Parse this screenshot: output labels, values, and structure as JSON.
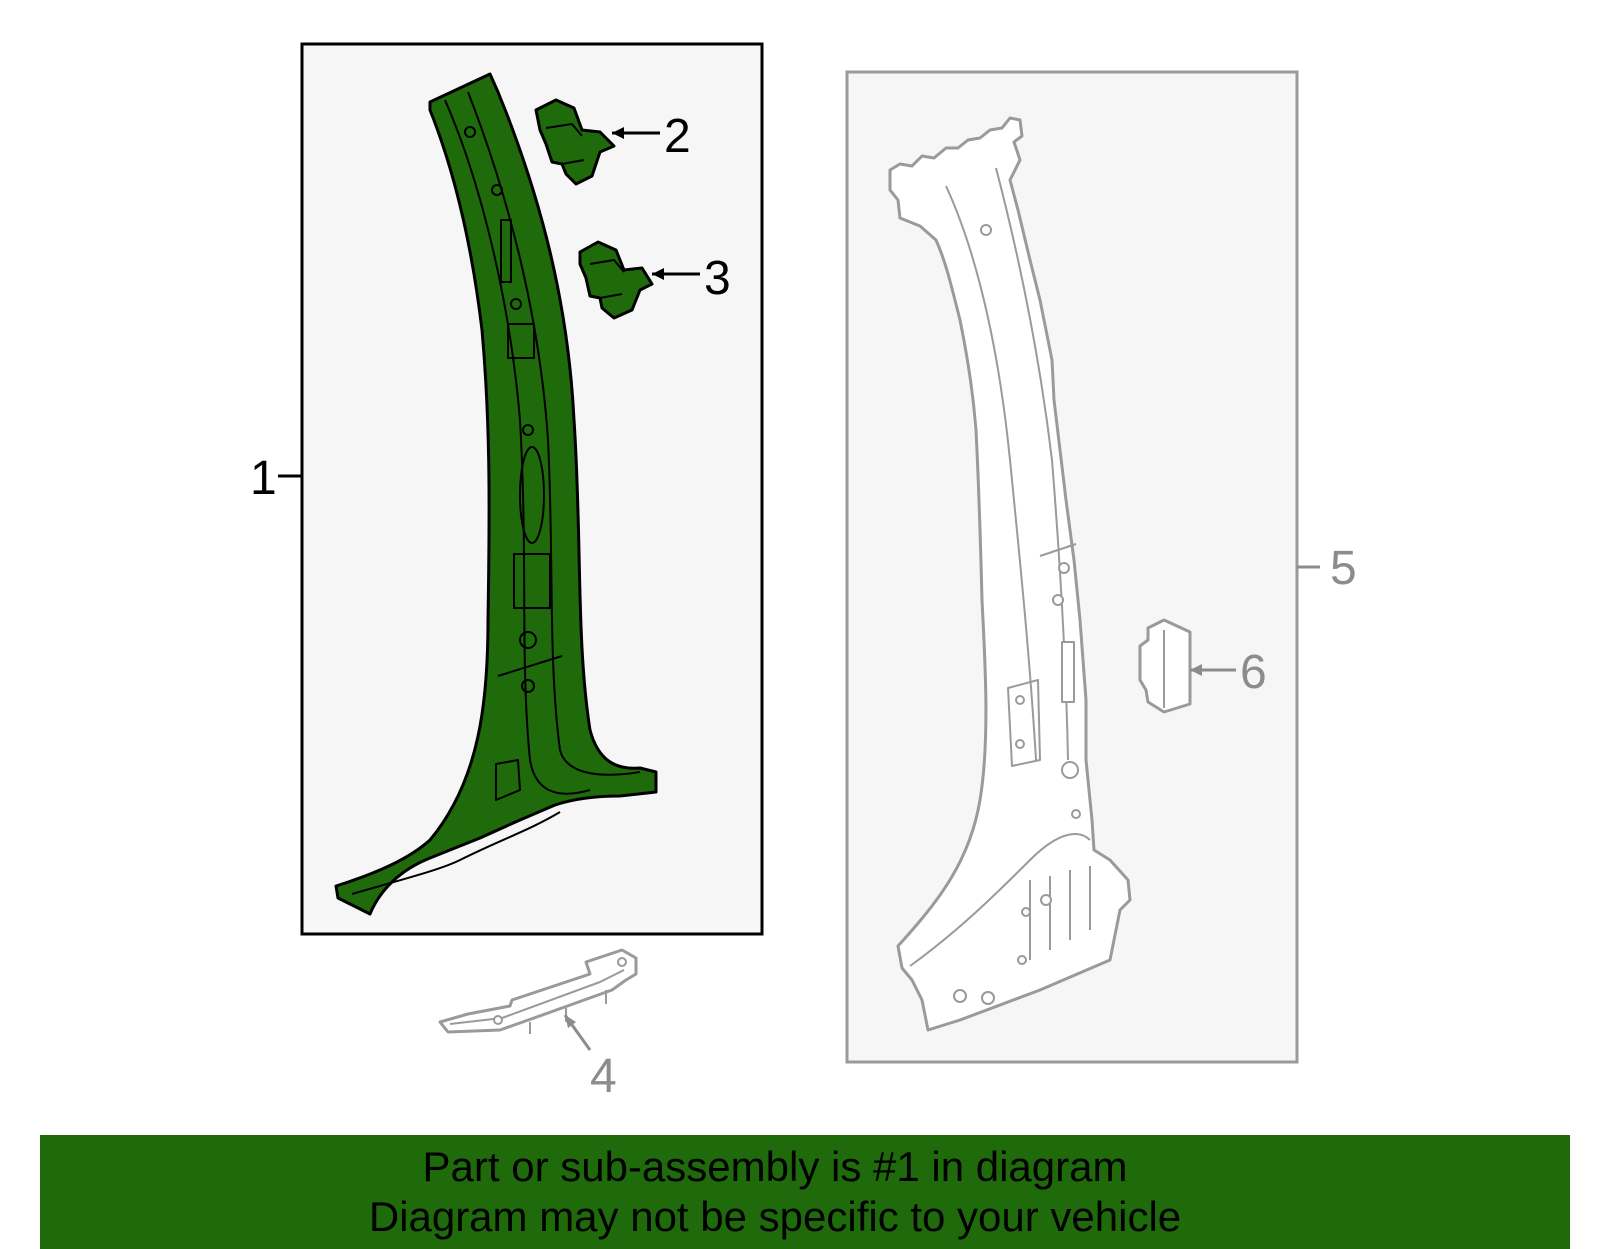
{
  "diagram": {
    "callouts": [
      "1",
      "2",
      "3",
      "4",
      "5",
      "6"
    ],
    "colors": {
      "highlight_fill": "#1f6b0c",
      "panel_bg": "#f6f6f6",
      "ghost_outline": "#9a9a9a",
      "highlight_frame": "#000000"
    }
  },
  "banner": {
    "line1": "Part or sub-assembly is #1 in diagram",
    "line2": "Diagram may not be specific to your vehicle"
  }
}
